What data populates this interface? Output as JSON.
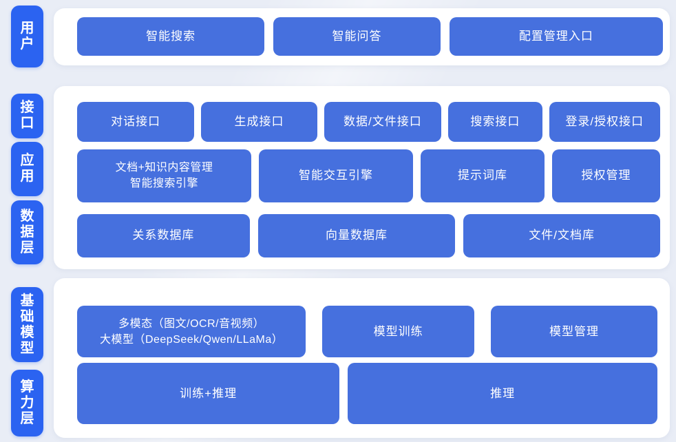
{
  "colors": {
    "background": "#e9edf6",
    "panel": "#ffffff",
    "layer_label_blue": "#2b63f1",
    "node_blue": "#4670de",
    "text": "#ffffff"
  },
  "user_section": {
    "layer_label": "用户",
    "buttons": {
      "smart_search": "智能搜索",
      "smart_qa": "智能问答",
      "config_entry": "配置管理入口"
    }
  },
  "middle_section": {
    "layer_labels": {
      "interface": "接口",
      "application": "应用",
      "data": "数据层"
    },
    "interface_row": {
      "dialog_api": "对话接口",
      "generation_api": "生成接口",
      "data_file_api": "数据/文件接口",
      "search_api": "搜索接口",
      "login_auth_api": "登录/授权接口"
    },
    "application_row": {
      "doc_engine_line1": "文档+知识内容管理",
      "doc_engine_line2": "智能搜索引擎",
      "interaction_engine": "智能交互引擎",
      "prompt_library": "提示词库",
      "auth_management": "授权管理"
    },
    "data_row": {
      "relational_db": "关系数据库",
      "vector_db": "向量数据库",
      "file_doc_store": "文件/文档库"
    }
  },
  "bottom_section": {
    "layer_labels": {
      "foundation_model": "基础模型",
      "compute": "算力层"
    },
    "model_row": {
      "llm_line1": "多模态（图文/OCR/音视频）",
      "llm_line2": "大模型（DeepSeek/Qwen/LLaMa）",
      "model_training": "模型训练",
      "model_management": "模型管理"
    },
    "compute_row": {
      "train_infer": "训练+推理",
      "inference": "推理"
    }
  }
}
